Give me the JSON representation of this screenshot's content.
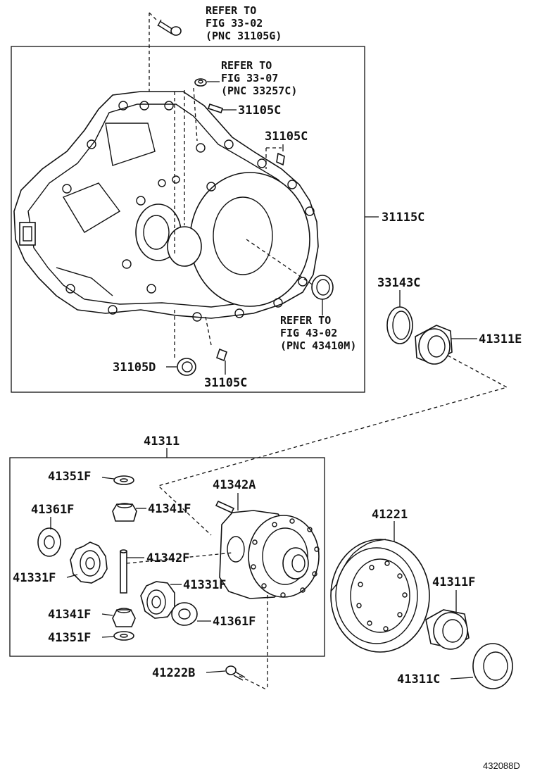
{
  "refs": {
    "ref1": {
      "l1": "REFER TO",
      "l2": "FIG 33-02",
      "l3": "(PNC 31105G)"
    },
    "ref2": {
      "l1": "REFER TO",
      "l2": "FIG 33-07",
      "l3": "(PNC 33257C)"
    },
    "ref3": {
      "l1": "REFER TO",
      "l2": "FIG 43-02",
      "l3": "(PNC 43410M)"
    }
  },
  "labels": {
    "p31105C_a": "31105C",
    "p31105C_b": "31105C",
    "p31105C_c": "31105C",
    "p31105D": "31105D",
    "p31115C": "31115C",
    "p33143C": "33143C",
    "p41311E": "41311E",
    "p41311": "41311",
    "p41351F_a": "41351F",
    "p41342A": "41342A",
    "p41361F_a": "41361F",
    "p41341F_a": "41341F",
    "p41331F_a": "41331F",
    "p41342F": "41342F",
    "p41331F_b": "41331F",
    "p41341F_b": "41341F",
    "p41361F_b": "41361F",
    "p41351F_b": "41351F",
    "p41222B": "41222B",
    "p41221": "41221",
    "p41311F": "41311F",
    "p41311C": "41311C"
  },
  "figure_id": "432088D"
}
